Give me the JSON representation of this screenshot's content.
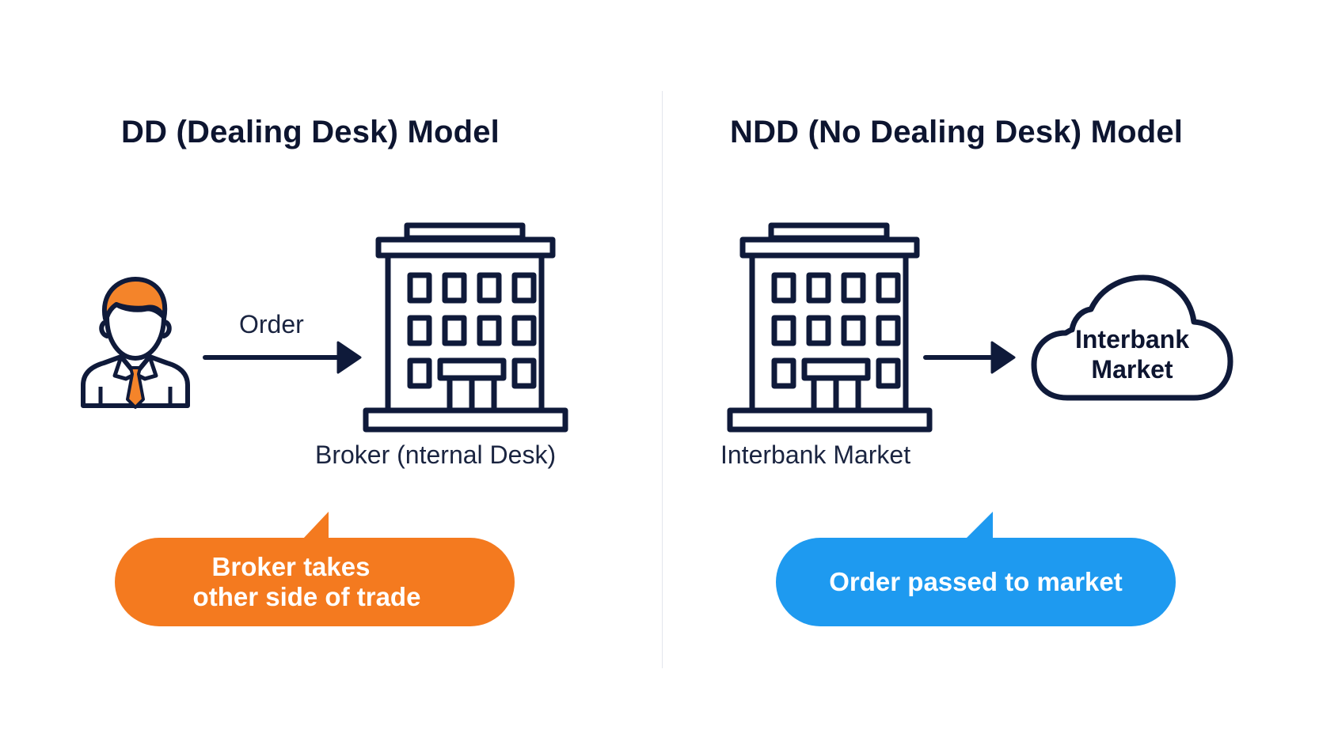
{
  "colors": {
    "navy": "#0f1a3a",
    "orange": "#f47a1f",
    "blue": "#1e9af0",
    "divider": "#e3e6ec"
  },
  "dd": {
    "title": "DD (Dealing Desk) Model",
    "arrow_label": "Order",
    "building_label": "Broker (nternal Desk)",
    "callout": {
      "line1": "Broker takes",
      "line2": "other side of trade"
    },
    "icons": [
      "trader-icon",
      "arrow-right-icon",
      "building-icon"
    ]
  },
  "ndd": {
    "title": "NDD (No Dealing Desk) Model",
    "building_label": "Interbank Market",
    "cloud": {
      "line1": "Interbank",
      "line2": "Market"
    },
    "callout": {
      "text": "Order passed to market"
    },
    "icons": [
      "building-icon",
      "arrow-right-icon",
      "cloud-icon"
    ]
  }
}
